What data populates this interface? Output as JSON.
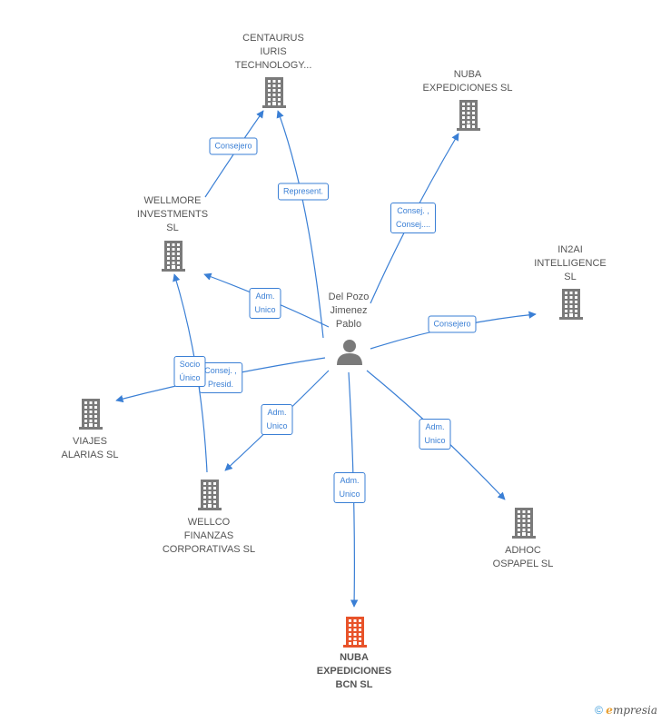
{
  "colors": {
    "edge": "#3a7fd5",
    "building": "#7a7a7a",
    "building_main": "#e8532a",
    "person": "#7a7a7a"
  },
  "person": {
    "id": "p1",
    "label": "Del Pozo\nJimenez\nPablo",
    "icon": "person-icon"
  },
  "companies": [
    {
      "id": "c1",
      "label": "CENTAURUS\nIURIS\nTECHNOLOGY...",
      "icon": "building-icon",
      "main": false
    },
    {
      "id": "c2",
      "label": "NUBA\nEXPEDICIONES SL",
      "icon": "building-icon",
      "main": false
    },
    {
      "id": "c3",
      "label": "WELLMORE\nINVESTMENTS\nSL",
      "icon": "building-icon",
      "main": false
    },
    {
      "id": "c4",
      "label": "IN2AI\nINTELLIGENCE\nSL",
      "icon": "building-icon",
      "main": false
    },
    {
      "id": "c5",
      "label": "VIAJES\nALARIAS SL",
      "icon": "building-icon",
      "main": false
    },
    {
      "id": "c6",
      "label": "WELLCO\nFINANZAS\nCORPORATIVAS SL",
      "icon": "building-icon",
      "main": false
    },
    {
      "id": "c7",
      "label": "ADHOC\nOSPAPEL SL",
      "icon": "building-icon",
      "main": false
    },
    {
      "id": "c8",
      "label": "NUBA\nEXPEDICIONES\nBCN SL",
      "icon": "building-icon",
      "main": true
    }
  ],
  "edges": [
    {
      "from": "p1",
      "to": "c1",
      "label": "Represent."
    },
    {
      "from": "p1",
      "to": "c2",
      "label": "Consej. ,\nConsej...."
    },
    {
      "from": "p1",
      "to": "c3",
      "label": "Adm.\nUnico"
    },
    {
      "from": "p1",
      "to": "c4",
      "label": "Consejero"
    },
    {
      "from": "p1",
      "to": "c5",
      "label": "Consej. ,\nPresid."
    },
    {
      "from": "p1",
      "to": "c6",
      "label": "Adm.\nUnico"
    },
    {
      "from": "p1",
      "to": "c7",
      "label": "Adm.\nUnico"
    },
    {
      "from": "p1",
      "to": "c8",
      "label": "Adm.\nUnico"
    },
    {
      "from": "c3",
      "to": "c1",
      "label": "Consejero"
    },
    {
      "from": "c6",
      "to": "c3",
      "label": "Socio\nÚnico"
    }
  ],
  "footer": {
    "copyright": "©",
    "brand_initial": "e",
    "brand_rest": "mpresia"
  }
}
